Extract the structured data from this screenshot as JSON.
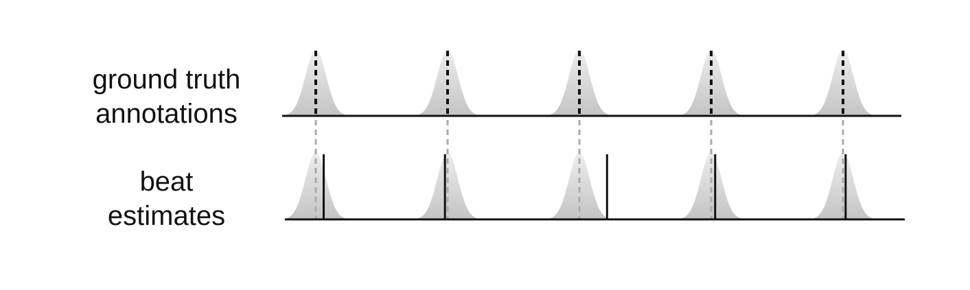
{
  "rows": {
    "ground_truth": {
      "line1": "ground truth",
      "line2": "annotations"
    },
    "beat_estimates": {
      "line1": "beat",
      "line2": "estimates"
    }
  },
  "colors": {
    "baseline": "#111111",
    "annotation_marker": "#111111",
    "projection_marker": "#aaaaaa",
    "estimate_marker": "#111111",
    "window_fill_top": "#eeeeee",
    "window_fill_bottom": "#c4c4c4"
  },
  "beats": [
    {
      "annotation": 1,
      "estimate": 1.06
    },
    {
      "annotation": 2,
      "estimate": 1.98
    },
    {
      "annotation": 3,
      "estimate": 3.21
    },
    {
      "annotation": 4,
      "estimate": 4.03
    },
    {
      "annotation": 5,
      "estimate": 5.02
    }
  ]
}
